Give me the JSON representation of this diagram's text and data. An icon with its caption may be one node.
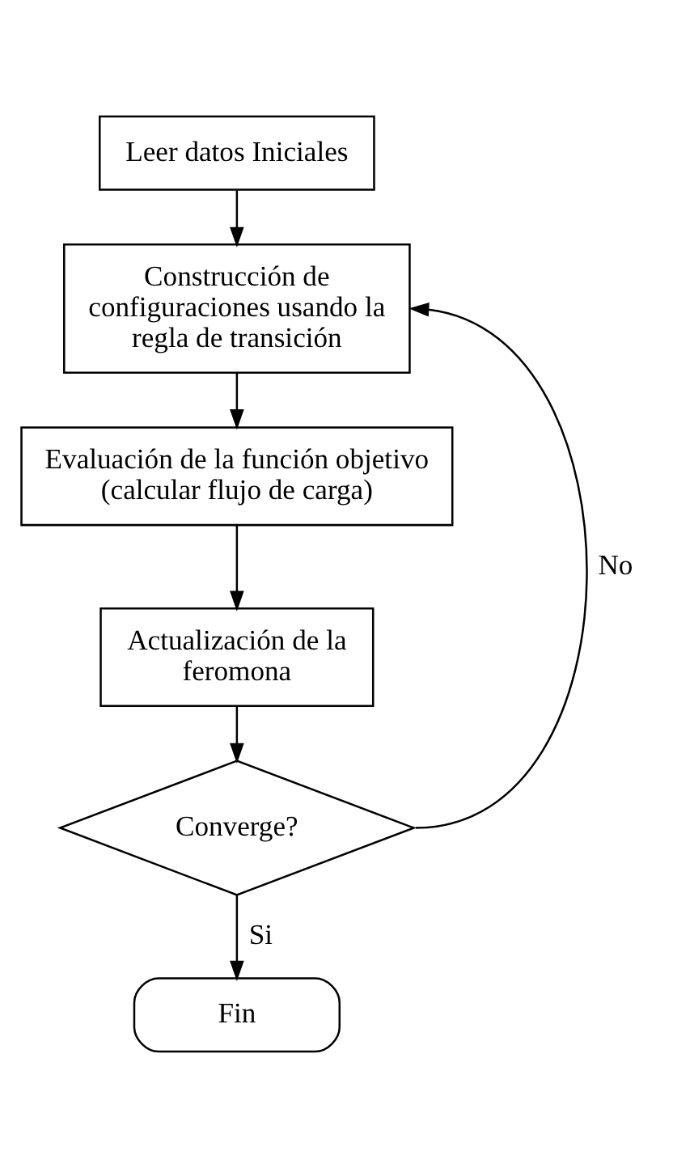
{
  "diagram": {
    "nodes": [
      {
        "text": [
          "Leer datos Iniciales"
        ]
      },
      {
        "text": [
          "Construcción de configuraciones usando la regla de transición"
        ]
      },
      {
        "text": [
          "Evaluación de la función objetivo (calcular flujo de carga)"
        ]
      },
      {
        "text": [
          "Actualización de la feromona"
        ]
      },
      {
        "text": [
          "Converge?"
        ]
      },
      {
        "text": [
          "Fin"
        ]
      }
    ],
    "edges": [
      {
        "from": 0,
        "to": 1,
        "arrow": "to"
      },
      {
        "from": 1,
        "to": 2,
        "arrow": "to"
      },
      {
        "from": 2,
        "to": 3,
        "arrow": "to"
      },
      {
        "from": 3,
        "to": 4,
        "arrow": "to"
      },
      {
        "from": 4,
        "to": 5,
        "arrow": "to",
        "label": "Si"
      },
      {
        "from": 4,
        "to": 1,
        "arrow": "to",
        "label": "No"
      }
    ]
  }
}
